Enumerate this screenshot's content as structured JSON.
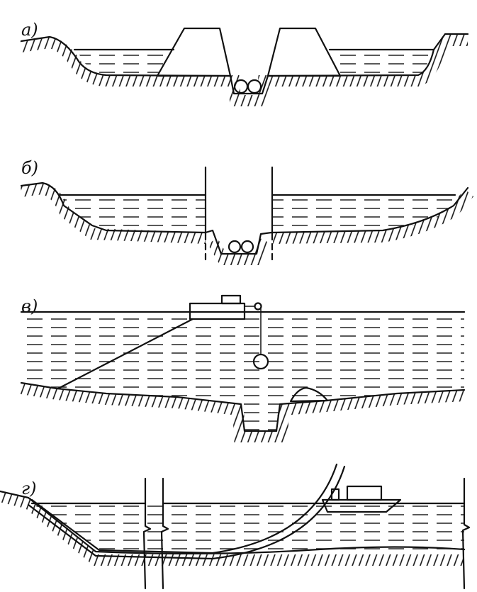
{
  "panels": [
    {
      "label": "а)"
    },
    {
      "label": "б)"
    },
    {
      "label": "в)"
    },
    {
      "label": "г)"
    }
  ]
}
